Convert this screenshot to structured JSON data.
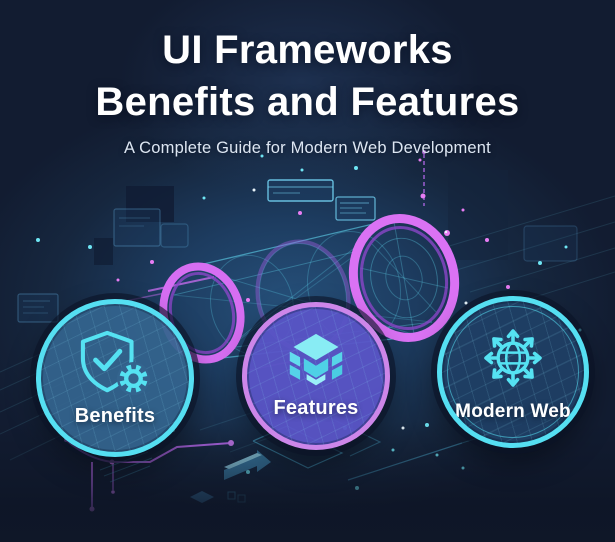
{
  "header": {
    "title_line1": "UI Frameworks",
    "title_line2": "Benefits and Features",
    "subtitle": "A Complete Guide for Modern Web Development"
  },
  "badges": [
    {
      "label": "Benefits",
      "icon": "shield-check-gear-icon",
      "ring_color": "#55dff2",
      "fill_color": "rgba(52,100,142,0.93)"
    },
    {
      "label": "Features",
      "icon": "isometric-cube-icon",
      "ring_color": "#cd86e9",
      "fill_color": "rgba(90,84,198,0.95)"
    },
    {
      "label": "Modern Web",
      "icon": "globe-expand-icon",
      "ring_color": "#55dff2",
      "fill_color": "rgba(31,64,102,0.92)"
    }
  ],
  "colors": {
    "background": "#13213a",
    "background_center": "#26507a",
    "title_text": "#ffffff",
    "subtitle_text": "#dde6f2",
    "accent_cyan": "#55e2f2",
    "cylinder_magenta": "#d86ff2",
    "badge_ring_purple": "#cd86e9",
    "circuit_purple": "#b468ea",
    "wire_cyan": "#5ac8e8"
  }
}
